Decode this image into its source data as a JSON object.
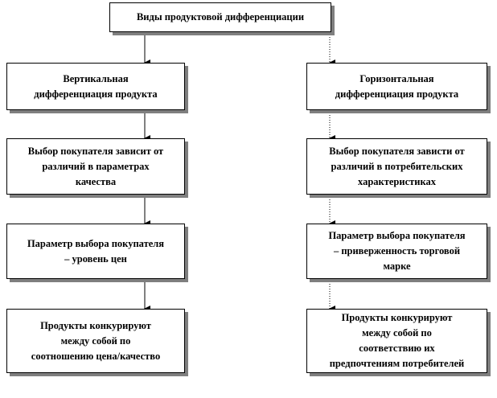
{
  "diagram": {
    "title": "Виды продуктовой дифференциации",
    "left_column": [
      "Вертикальная\nдифференциация продукта",
      "Выбор покупателя зависит от\nразличий в параметрах\nкачества",
      "Параметр выбора покупателя\n– уровень цен",
      "Продукты конкурируют\nмежду собой по\nсоотношению цена/качество"
    ],
    "right_column": [
      "Горизонтальная\nдифференциация продукта",
      "Выбор покупателя зависти от\nразличий в потребительских\nхарактеристиках",
      "Параметр выбора покупателя\n– приверженность торговой\nмарке",
      "Продукты конкурируют\nмежду собой по\nсоответствию их\nпредпочтениям потребителей"
    ]
  },
  "colors": {
    "border": "#000000",
    "shadow": "#7f7f7f",
    "background": "#ffffff"
  }
}
